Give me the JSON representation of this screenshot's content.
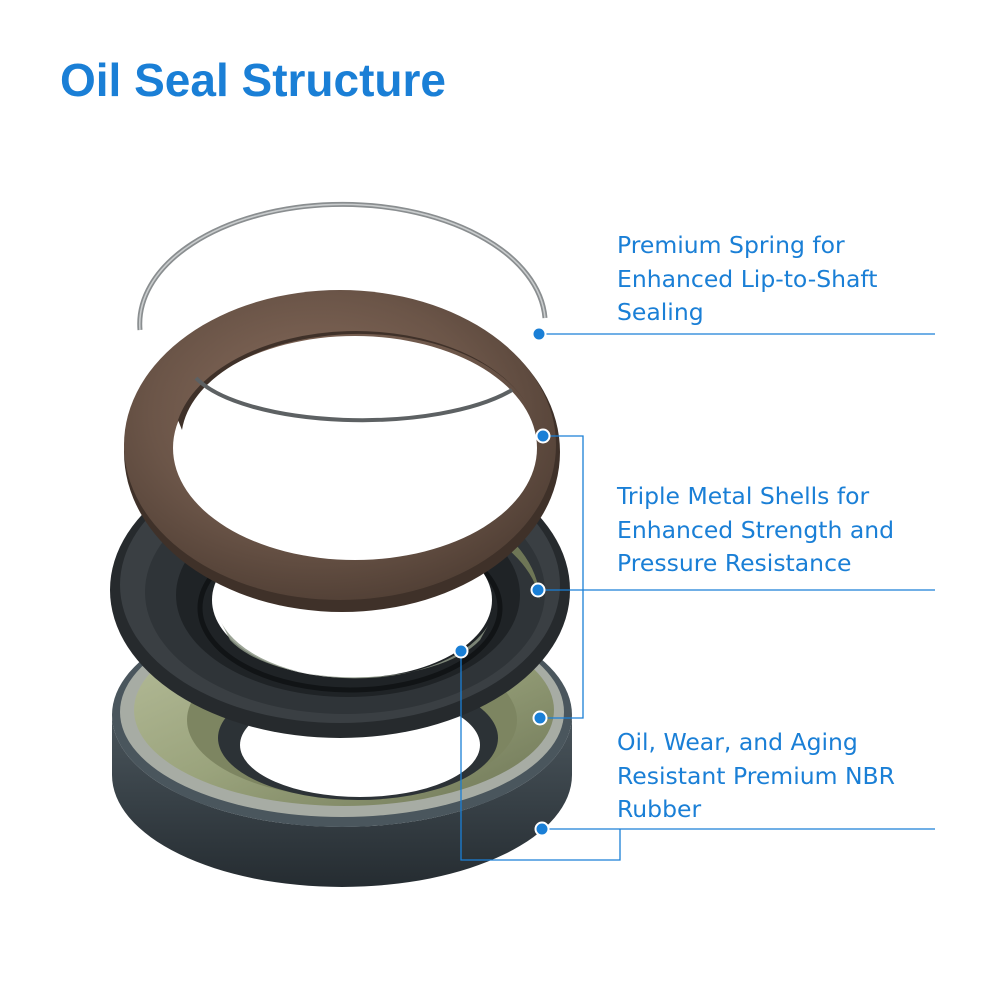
{
  "title": "Oil Seal Structure",
  "callouts": [
    {
      "text": "Premium Spring for\nEnhanced Lip-to-Shaft\nSealing"
    },
    {
      "text": "Triple Metal Shells for\nEnhanced Strength and\nPressure Resistance"
    },
    {
      "text": "Oil, Wear, and Aging\nResistant Premium NBR\nRubber"
    }
  ],
  "colors": {
    "accent": "#1a7fd6",
    "spring": "#8a8e90",
    "steel_washer": "#6b5548",
    "black_rubber": "#2b2f33",
    "shell_metal": "#8c9585",
    "green_coating": "#9aa37c",
    "outer_rubber": "#39434a"
  },
  "components": [
    "garter-spring",
    "steel-washer",
    "inner-seal",
    "outer-seal"
  ]
}
